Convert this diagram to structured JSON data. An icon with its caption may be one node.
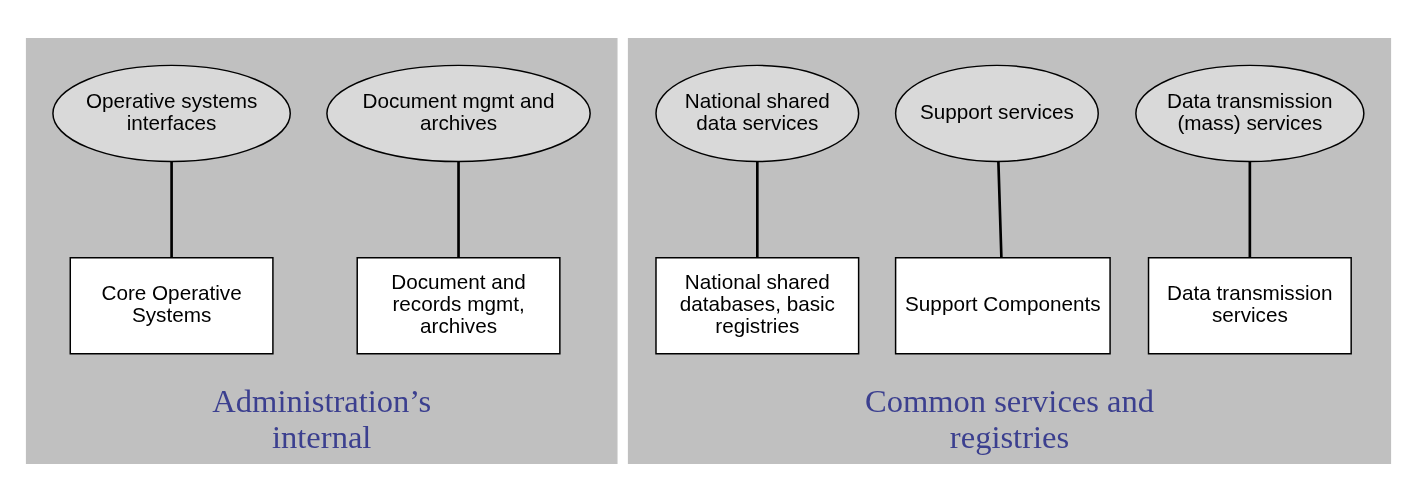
{
  "diagram": {
    "nodes": [
      {
        "text": [
          "Administration’s internal"
        ]
      },
      {
        "text": [
          "Document mgmt and archives"
        ],
        "in": 0
      },
      {
        "text": [
          "Operative systems interfaces"
        ],
        "in": 0
      },
      {
        "text": [
          "Document and records mgmt, archives"
        ],
        "in": 0
      },
      {
        "text": [
          "Core Operative Systems"
        ],
        "in": 0
      },
      {
        "text": [
          "Common services and registries"
        ]
      },
      {
        "text": [
          "Data transmission (mass) services"
        ],
        "in": 5
      },
      {
        "text": [
          "Support services"
        ],
        "in": 5
      },
      {
        "text": [
          "National shared data services"
        ],
        "in": 5
      },
      {
        "text": [
          "Data transmission services"
        ],
        "in": 5
      },
      {
        "text": [
          "Support Components"
        ],
        "in": 5
      },
      {
        "text": [
          "National shared databases, basic registries"
        ],
        "in": 5
      }
    ],
    "edges": [
      {
        "from": 1,
        "to": 3,
        "arrow": "none"
      },
      {
        "from": 2,
        "to": 4,
        "arrow": "none"
      },
      {
        "from": 6,
        "to": 9,
        "arrow": "none"
      },
      {
        "from": 7,
        "to": 10,
        "arrow": "none"
      },
      {
        "from": 8,
        "to": 11,
        "arrow": "none"
      }
    ]
  }
}
